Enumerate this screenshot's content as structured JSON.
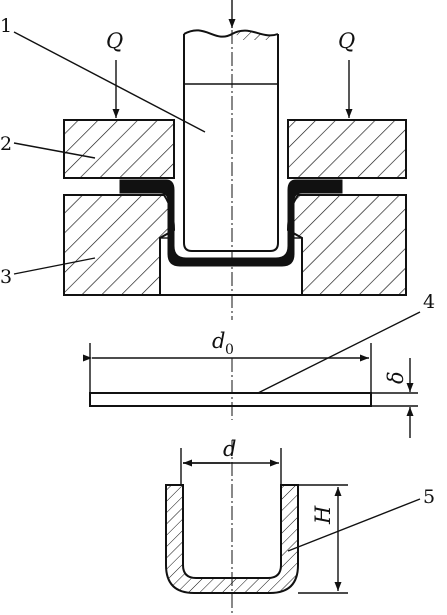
{
  "labels": {
    "part_1": "1",
    "part_2": "2",
    "part_3": "3",
    "part_4": "4",
    "part_5": "5",
    "force_left": "Q",
    "force_right": "Q",
    "blank_diameter": "d",
    "blank_diameter_sub": "0",
    "blank_thickness": "δ",
    "cup_diameter": "d",
    "cup_height": "H"
  }
}
